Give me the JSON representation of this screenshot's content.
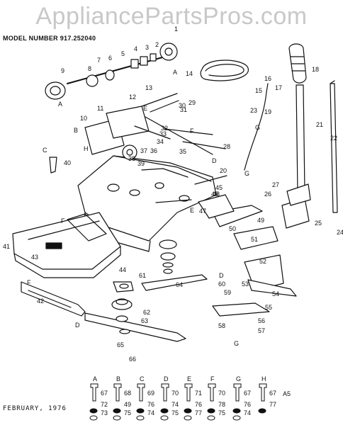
{
  "watermark": "AppliancePartsPros.com",
  "model_line": "MODEL NUMBER 917.252040",
  "footer_date": "FEBRUARY, 1976",
  "footer_code": "A5",
  "callouts": [
    "1",
    "2",
    "3",
    "4",
    "5",
    "6",
    "7",
    "8",
    "9",
    "10",
    "11",
    "12",
    "13",
    "14",
    "15",
    "16",
    "17",
    "18",
    "19",
    "20",
    "21",
    "22",
    "23",
    "24",
    "25",
    "26",
    "27",
    "28",
    "29",
    "30",
    "31",
    "32",
    "33",
    "34",
    "35",
    "36",
    "37",
    "38",
    "39",
    "40",
    "41",
    "42",
    "43",
    "44",
    "45",
    "46",
    "47",
    "48",
    "49",
    "50",
    "51",
    "52",
    "53",
    "54",
    "55",
    "56",
    "57",
    "58",
    "59",
    "60",
    "61",
    "62",
    "63",
    "64",
    "65",
    "66"
  ],
  "letter_keys": [
    "A",
    "B",
    "C",
    "D",
    "E",
    "F",
    "G",
    "H"
  ],
  "hardware_legend": [
    {
      "key": "A",
      "numbers": [
        "67",
        "72",
        "73"
      ]
    },
    {
      "key": "B",
      "numbers": [
        "68",
        "49",
        "75"
      ]
    },
    {
      "key": "C",
      "numbers": [
        "69",
        "76",
        "74"
      ]
    },
    {
      "key": "D",
      "numbers": [
        "70",
        "74",
        "75"
      ]
    },
    {
      "key": "E",
      "numbers": [
        "71",
        "76",
        "77"
      ]
    },
    {
      "key": "F",
      "numbers": [
        "70",
        "78",
        "75"
      ]
    },
    {
      "key": "G",
      "numbers": [
        "67",
        "76",
        "74"
      ]
    },
    {
      "key": "H",
      "numbers": [
        "67",
        "77"
      ]
    }
  ]
}
